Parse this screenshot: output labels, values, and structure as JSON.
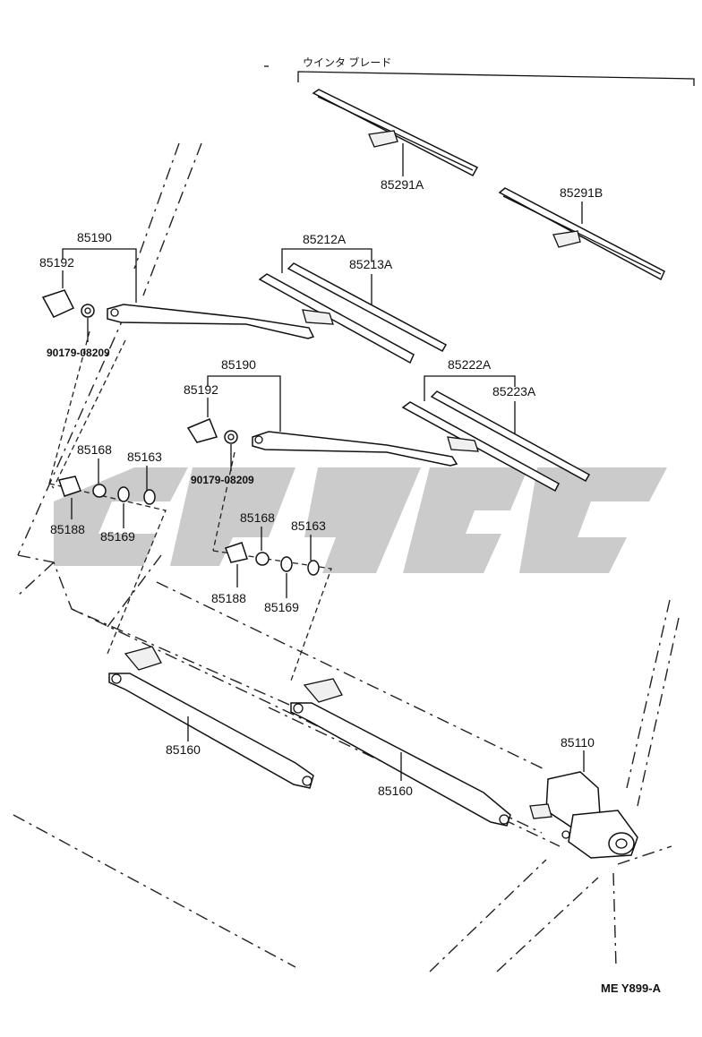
{
  "diagram": {
    "header_label": "ウインタ ブレード",
    "drawing_code": "ME Y899-A",
    "part_numbers": {
      "blade_a": "85291A",
      "blade_b": "85291B",
      "arm_upper": "85190",
      "cap_upper": "85192",
      "nut_upper": "90179-08209",
      "blade_set_upper": "85212A",
      "rubber_upper": "85213A",
      "arm_lower": "85190",
      "cap_lower": "85192",
      "nut_lower": "90179-08209",
      "blade_set_lower": "85222A",
      "rubber_lower": "85223A",
      "pivot_nut_upper": "85168",
      "pivot_washer_upper": "85163",
      "pivot_bush_upper": "85188",
      "pivot_seal_upper": "85169",
      "pivot_nut_lower": "85168",
      "pivot_washer_lower": "85163",
      "pivot_bush_lower": "85188",
      "pivot_seal_lower": "85169",
      "link_left": "85160",
      "link_right": "85160",
      "motor": "85110"
    }
  }
}
